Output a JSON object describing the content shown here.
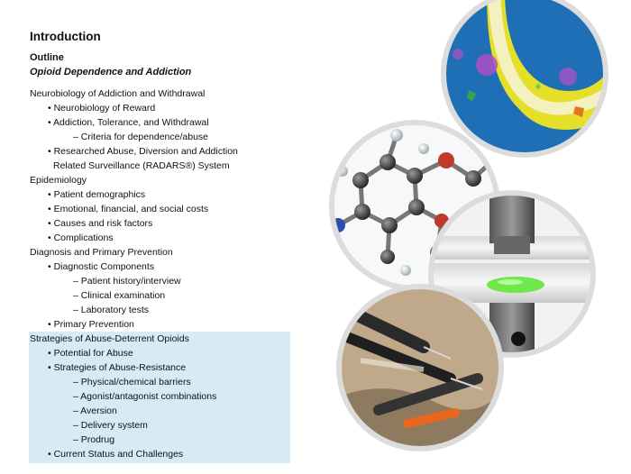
{
  "page": {
    "title": "Introduction",
    "outline_label": "Outline",
    "subtitle": "Opioid Dependence and Addiction"
  },
  "outline": [
    {
      "level": 1,
      "text": "Neurobiology of Addiction and Withdrawal"
    },
    {
      "level": 2,
      "text": "• Neurobiology of Reward"
    },
    {
      "level": 2,
      "text": "• Addiction, Tolerance, and Withdrawal"
    },
    {
      "level": 3,
      "text": "– Criteria for dependence/abuse"
    },
    {
      "level": 2,
      "text": "• Researched Abuse, Diversion and Addiction Related Surveillance (RADARS®) System",
      "wrap": true
    },
    {
      "level": 1,
      "text": "Epidemiology"
    },
    {
      "level": 2,
      "text": "• Patient demographics"
    },
    {
      "level": 2,
      "text": "• Emotional, financial, and social costs"
    },
    {
      "level": 2,
      "text": "• Causes and risk factors"
    },
    {
      "level": 2,
      "text": "• Complications"
    },
    {
      "level": 1,
      "text": "Diagnosis and Primary Prevention"
    },
    {
      "level": 2,
      "text": "• Diagnostic Components"
    },
    {
      "level": 3,
      "text": "– Patient history/interview"
    },
    {
      "level": 3,
      "text": "– Clinical examination"
    },
    {
      "level": 3,
      "text": "– Laboratory tests"
    },
    {
      "level": 2,
      "text": "• Primary Prevention"
    },
    {
      "level": 1,
      "text": "Strategies of Abuse-Deterrent Opioids"
    },
    {
      "level": 2,
      "text": "• Potential for Abuse"
    },
    {
      "level": 2,
      "text": "• Strategies of Abuse-Resistance"
    },
    {
      "level": 3,
      "text": "– Physical/chemical barriers"
    },
    {
      "level": 3,
      "text": "– Agonist/antagonist combinations"
    },
    {
      "level": 3,
      "text": "– Aversion"
    },
    {
      "level": 3,
      "text": "– Delivery system"
    },
    {
      "level": 3,
      "text": "– Prodrug"
    },
    {
      "level": 2,
      "text": "• Current Status and Challenges"
    }
  ],
  "colors": {
    "highlight": "#d6ebf6",
    "pill_green": "#6ee84a",
    "synapse_blue": "#1e6fb5",
    "synapse_yellow": "#e6df2a"
  },
  "images": [
    {
      "name": "synapse-image",
      "subject": "neuron synapse illustration"
    },
    {
      "name": "molecule-image",
      "subject": "ball-and-stick molecular model"
    },
    {
      "name": "tablet-device-image",
      "subject": "tablet in testing apparatus"
    },
    {
      "name": "syringes-image",
      "subject": "discarded syringes"
    }
  ]
}
